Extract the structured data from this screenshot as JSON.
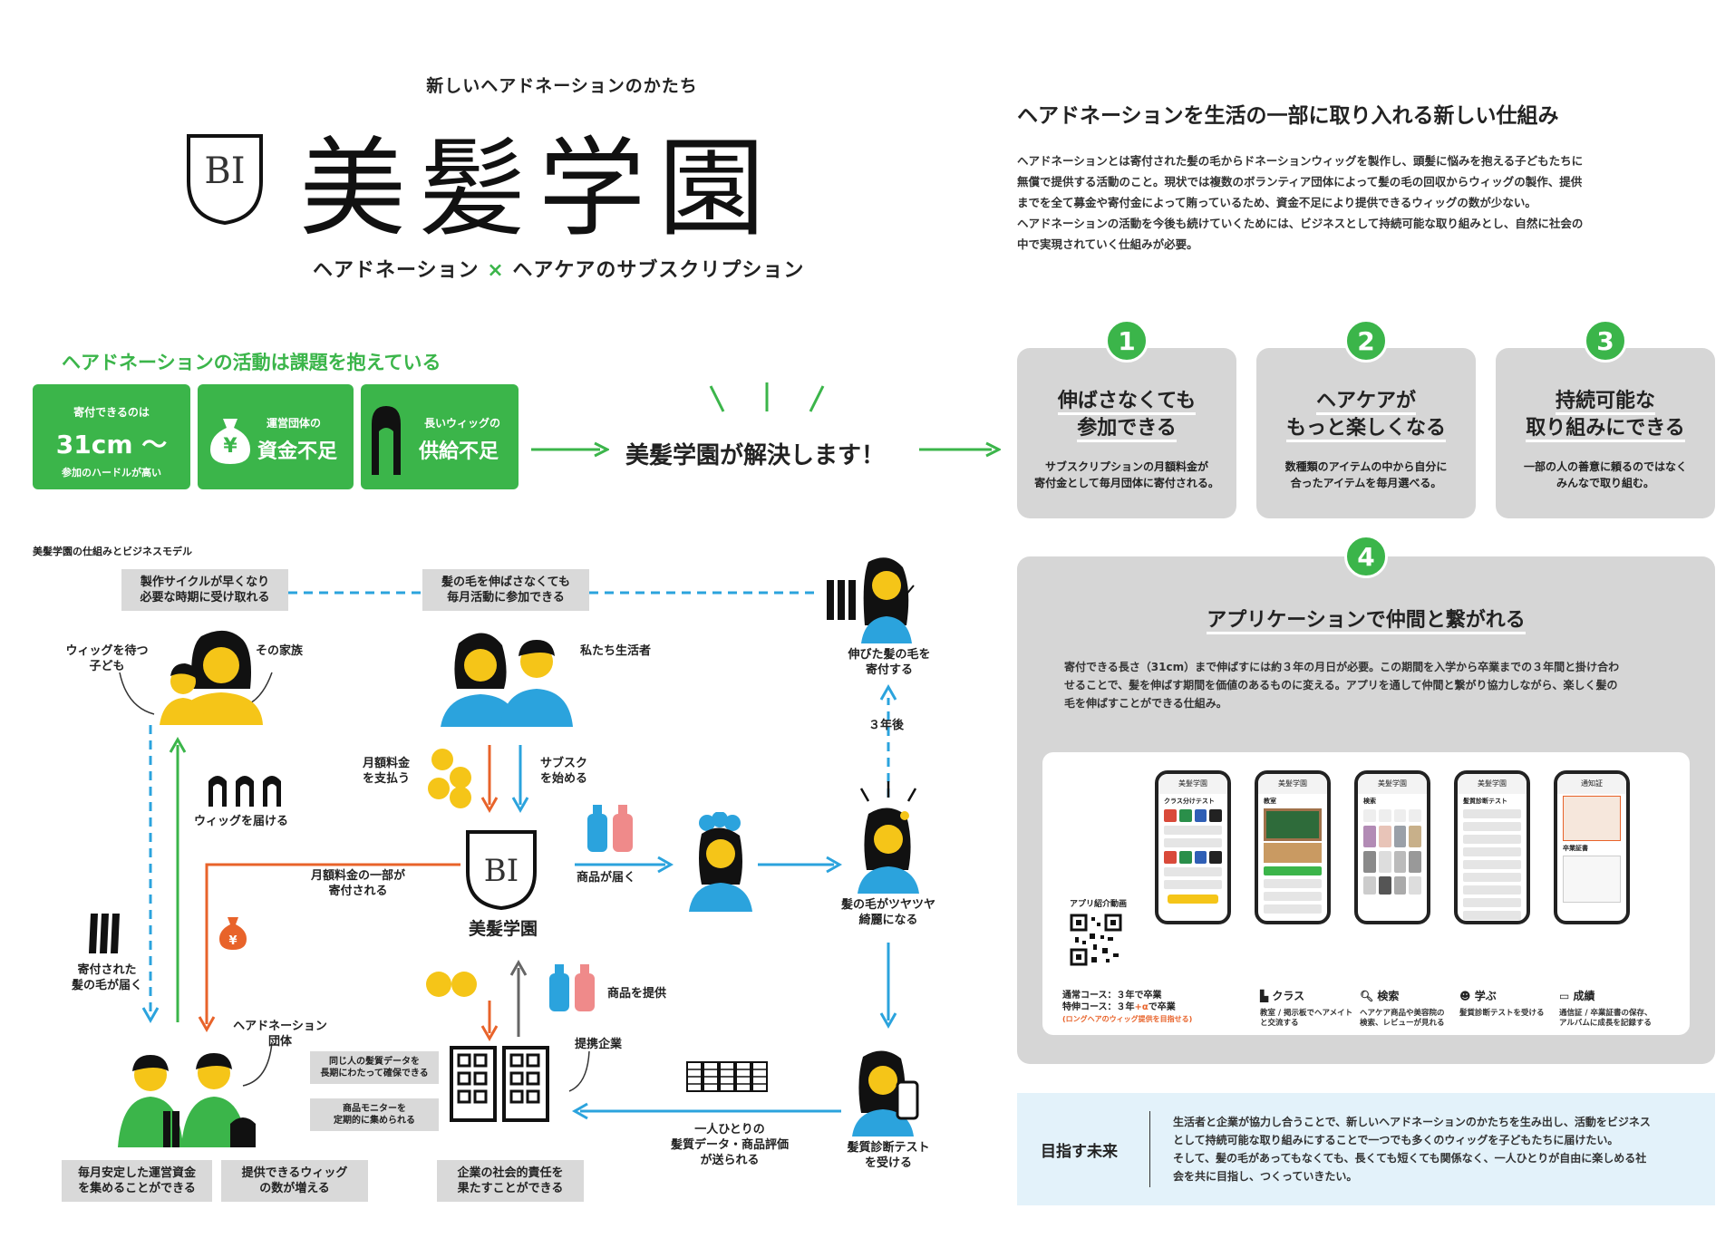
{
  "header": {
    "tagline": "新しいヘアドネーションのかたち",
    "logo_mark": "BI",
    "title": "美髪学園",
    "subtitle_left": "ヘアドネーション",
    "subtitle_x": "×",
    "subtitle_right": "ヘアケアのサブスクリプション"
  },
  "problems": {
    "heading": "ヘアドネーションの活動は課題を抱えている",
    "box1": {
      "top": "寄付できるのは",
      "big": "31cm 〜",
      "bottom": "参加のハードルが高い"
    },
    "box2": {
      "small": "運営団体の",
      "big": "資金不足",
      "icon_text": "¥"
    },
    "box3": {
      "small": "長いウィッグの",
      "big": "供給不足"
    },
    "solve_text": "美髪学園が解決します！"
  },
  "intro": {
    "heading": "ヘアドネーションを生活の一部に取り入れる新しい仕組み",
    "lines": [
      "ヘアドネーションとは寄付された髪の毛からドネーションウィッグを製作し、頭髪に悩みを抱える子どもたちに",
      "無償で提供する活動のこと。現状では複数のボランティア団体によって髪の毛の回収からウィッグの製作、提供",
      "までを全て募金や寄付金によって賄っているため、資金不足により提供できるウィッグの数が少ない。",
      "ヘアドネーションの活動を今後も続けていくためには、ビジネスとして持続可能な取り組みとし、自然に社会の",
      "中で実現されていく仕組みが必要。"
    ]
  },
  "points": [
    {
      "num": "1",
      "title1": "伸ばさなくても",
      "title2": "参加できる",
      "body1": "サブスクリプションの月額料金が",
      "body2": "寄付金として毎月団体に寄付される。"
    },
    {
      "num": "2",
      "title1": "ヘアケアが",
      "title2": "もっと楽しくなる",
      "body1": "数種類のアイテムの中から自分に",
      "body2": "合ったアイテムを毎月選べる。"
    },
    {
      "num": "3",
      "title1": "持続可能な",
      "title2": "取り組みにできる",
      "body1": "一部の人の善意に頼るのではなく",
      "body2": "みんなで取り組む。"
    }
  ],
  "point4": {
    "num": "4",
    "title": "アプリケーションで仲間と繋がれる",
    "lines": [
      "寄付できる長さ（31cm）まで伸ばすには約３年の月日が必要。この期間を入学から卒業までの３年間と掛け合わ",
      "せることで、髪を伸ばす期間を価値のあるものに変える。アプリを通して仲間と繋がり協力しながら、楽しく髪の",
      "毛を伸ばすことができる仕組み。"
    ],
    "qr_label": "アプリ紹介動画",
    "course1": "通常コース：３年で卒業",
    "course2_a": "特伸コース：３年",
    "course2_b": "+α",
    "course2_c": "で卒業",
    "course_note": "(ロングヘアのウィッグ提供を目指せる)",
    "phones": [
      {
        "head": "美髪学園",
        "label": "クラス分けテスト"
      },
      {
        "head": "美髪学園",
        "label": "教室"
      },
      {
        "head": "美髪学園",
        "label": "検索"
      },
      {
        "head": "美髪学園",
        "label": "髪質診断テスト"
      },
      {
        "head": "通知証",
        "label": "卒業証書"
      }
    ],
    "features": [
      {
        "title": "クラス",
        "body1": "教室 / 掲示板でヘアメイト",
        "body2": "と交流する"
      },
      {
        "title": "検索",
        "body1": "ヘアケア商品や美容院の",
        "body2": "検索、レビューが見れる"
      },
      {
        "title": "学ぶ",
        "body1": "髪質診断テストを受ける",
        "body2": ""
      },
      {
        "title": "成績",
        "body1": "通信証 / 卒業証書の保存、",
        "body2": "アルバムに成長を記録する"
      }
    ]
  },
  "future": {
    "label": "目指す未来",
    "lines": [
      "生活者と企業が協力し合うことで、新しいヘアドネーションのかたちを生み出し、活動をビジネス",
      "として持続可能な取り組みにすることで一つでも多くのウィッグを子どもたちに届けたい。",
      "そして、髪の毛があってもなくても、長くても短くても関係なく、一人ひとりが自由に楽しめる社",
      "会を共に目指し、つくっていきたい。"
    ]
  },
  "diagram": {
    "caption": "美髪学園の仕組みとビジネスモデル",
    "box_cycle": [
      "製作サイクルが早くなり",
      "必要な時期に受け取れる"
    ],
    "box_participate": [
      "髪の毛を伸ばさなくても",
      "毎月活動に参加できる"
    ],
    "child_label": [
      "ウィッグを待つ",
      "子ども"
    ],
    "family_label": "その家族",
    "consumer_label": "私たち生活者",
    "donate_grown": [
      "伸びた髪の毛を",
      "寄付する"
    ],
    "three_years": "３年後",
    "wig_deliver": "ウィッグを届ける",
    "monthly_fee": [
      "月額料金",
      "を支払う"
    ],
    "subscribe": [
      "サブスク",
      "を始める"
    ],
    "product_arrive": "商品が届く",
    "shiny_hair": [
      "髪の毛がツヤツヤ",
      "綺麗になる"
    ],
    "fee_part": [
      "月額料金の一部が",
      "寄付される"
    ],
    "brand": "美髪学園",
    "donated_hair": [
      "寄付された",
      "髪の毛が届く"
    ],
    "provide_product": "商品を提供",
    "org_label": [
      "ヘアドネーション",
      "団体"
    ],
    "partner_label": "提携企業",
    "data_box": [
      "同じ人の髪質データを",
      "長期にわたって確保できる"
    ],
    "monitor_box": [
      "商品モニターを",
      "定期的に集められる"
    ],
    "hair_data": [
      "一人ひとりの",
      "髪質データ・商品評価",
      "が送られる"
    ],
    "diagnosis": [
      "髪質診断テスト",
      "を受ける"
    ],
    "box_funds": [
      "毎月安定した運営資金",
      "を集めることができる"
    ],
    "box_wigs": [
      "提供できるウィッグ",
      "の数が増える"
    ],
    "box_csr": [
      "企業の社会的責任を",
      "果たすことができる"
    ],
    "yen": "¥"
  },
  "colors": {
    "green": "#3bb54a",
    "blue": "#2ba3dd",
    "orange": "#e8632a",
    "yellow": "#f5c518",
    "grey": "#d6d6d6",
    "light_blue": "#e3f2fa"
  }
}
